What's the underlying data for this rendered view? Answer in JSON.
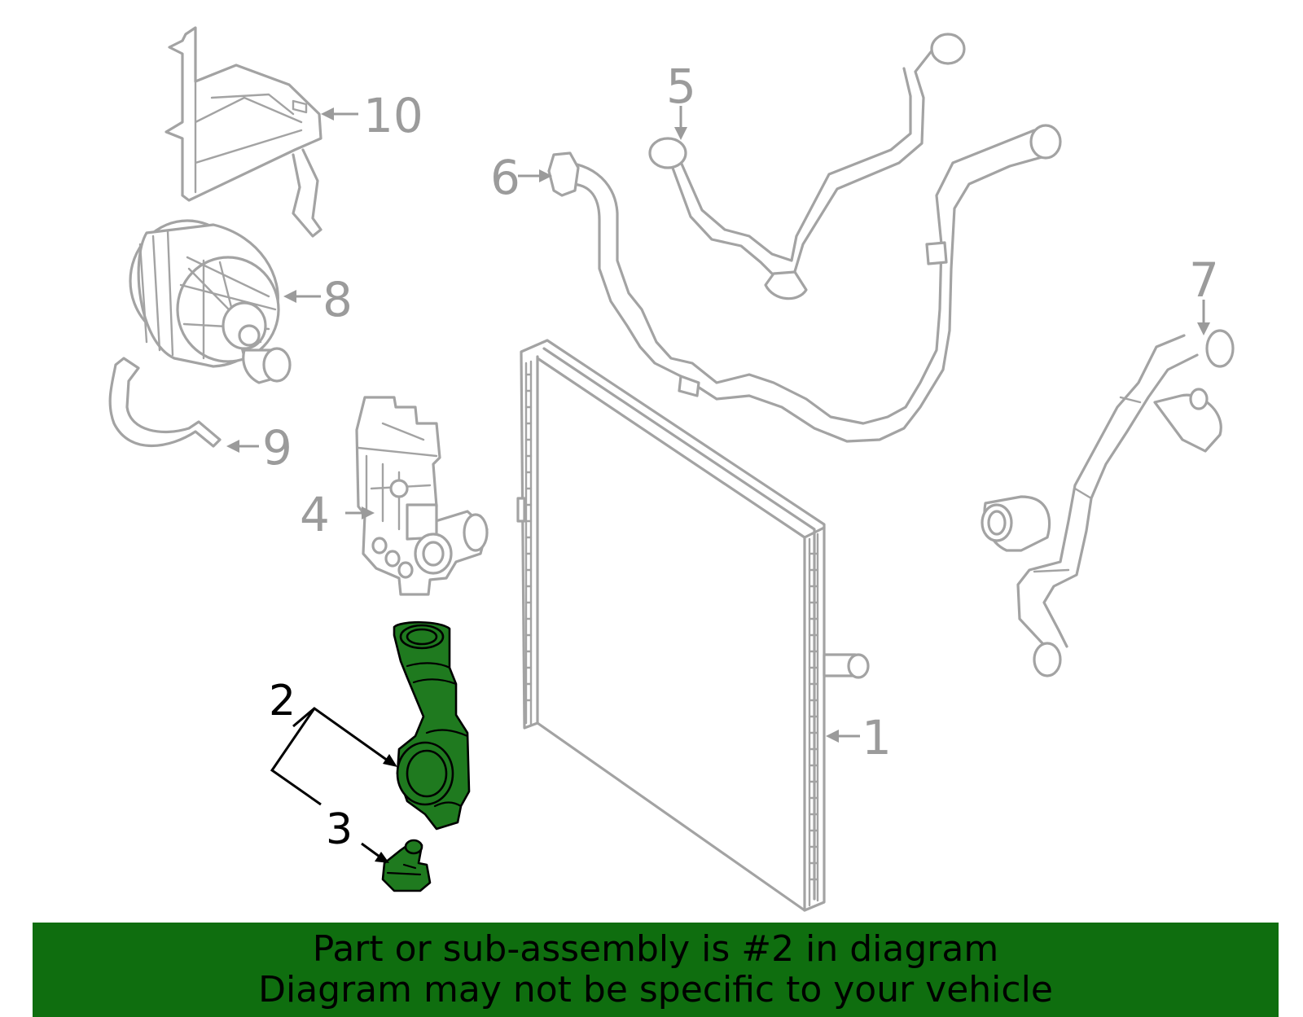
{
  "callouts": {
    "c1": "1",
    "c2": "2",
    "c3": "3",
    "c4": "4",
    "c5": "5",
    "c6": "6",
    "c7": "7",
    "c8": "8",
    "c9": "9",
    "c10": "10"
  },
  "banner": {
    "line1": "Part or sub-assembly is #2 in diagram",
    "line2": "Diagram may not be specific to your vehicle"
  },
  "colors": {
    "highlight": "#1f7a1f",
    "banner": "#0f6e0f",
    "outline": "#a3a3a3"
  }
}
